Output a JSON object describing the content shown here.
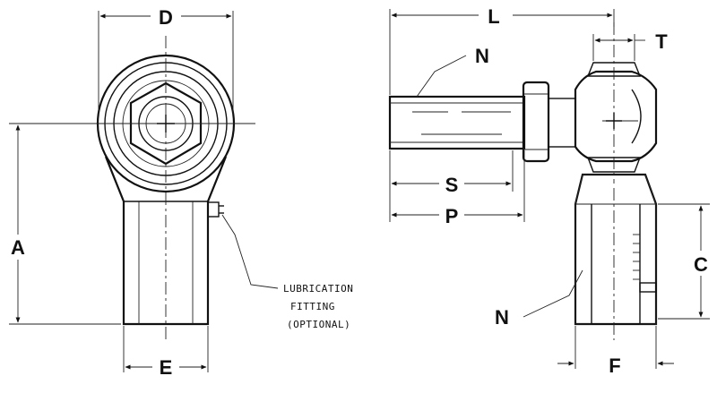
{
  "dimensions": {
    "D": "D",
    "A": "A",
    "E": "E",
    "L": "L",
    "T": "T",
    "N_top": "N",
    "S": "S",
    "P": "P",
    "C": "C",
    "N_bottom": "N",
    "F": "F"
  },
  "note": {
    "line1": "LUBRICATION",
    "line2": "FITTING",
    "line3": "(OPTIONAL)"
  }
}
